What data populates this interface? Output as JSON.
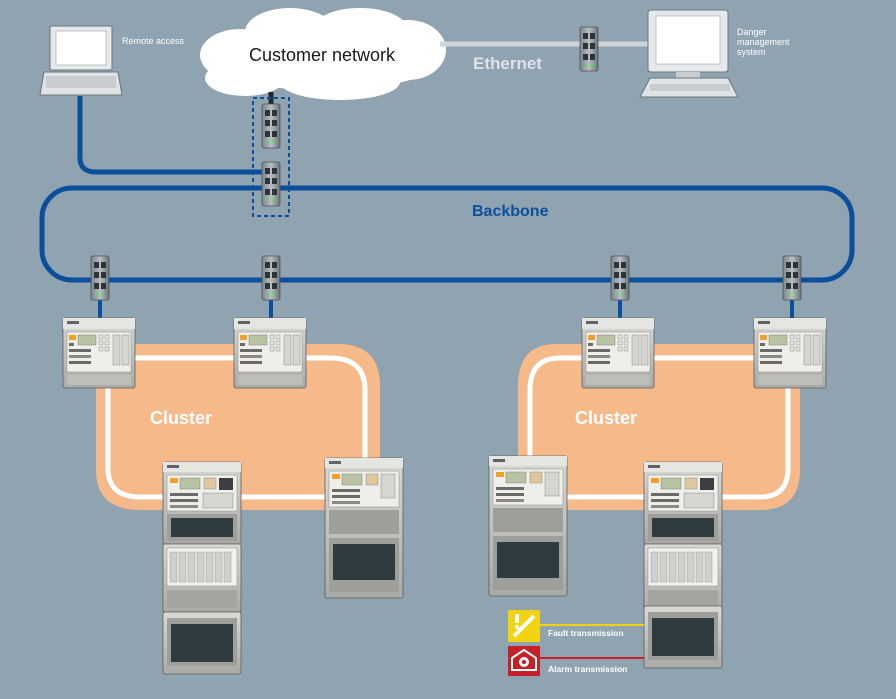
{
  "labels": {
    "customer_network": "Customer network",
    "ethernet": "Ethernet",
    "backbone": "Backbone",
    "cluster_left": "Cluster",
    "cluster_right": "Cluster",
    "remote_access": "Remote access",
    "danger_management": "Danger management system",
    "fault_transmission": "Fault transmission",
    "alarm_transmission": "Alarm transmission"
  },
  "colors": {
    "background": "#8fa3b0",
    "backbone": "#0b4f9c",
    "cluster_fill": "#f5b98a",
    "fault": "#f1d20f",
    "alarm": "#c5202a"
  }
}
